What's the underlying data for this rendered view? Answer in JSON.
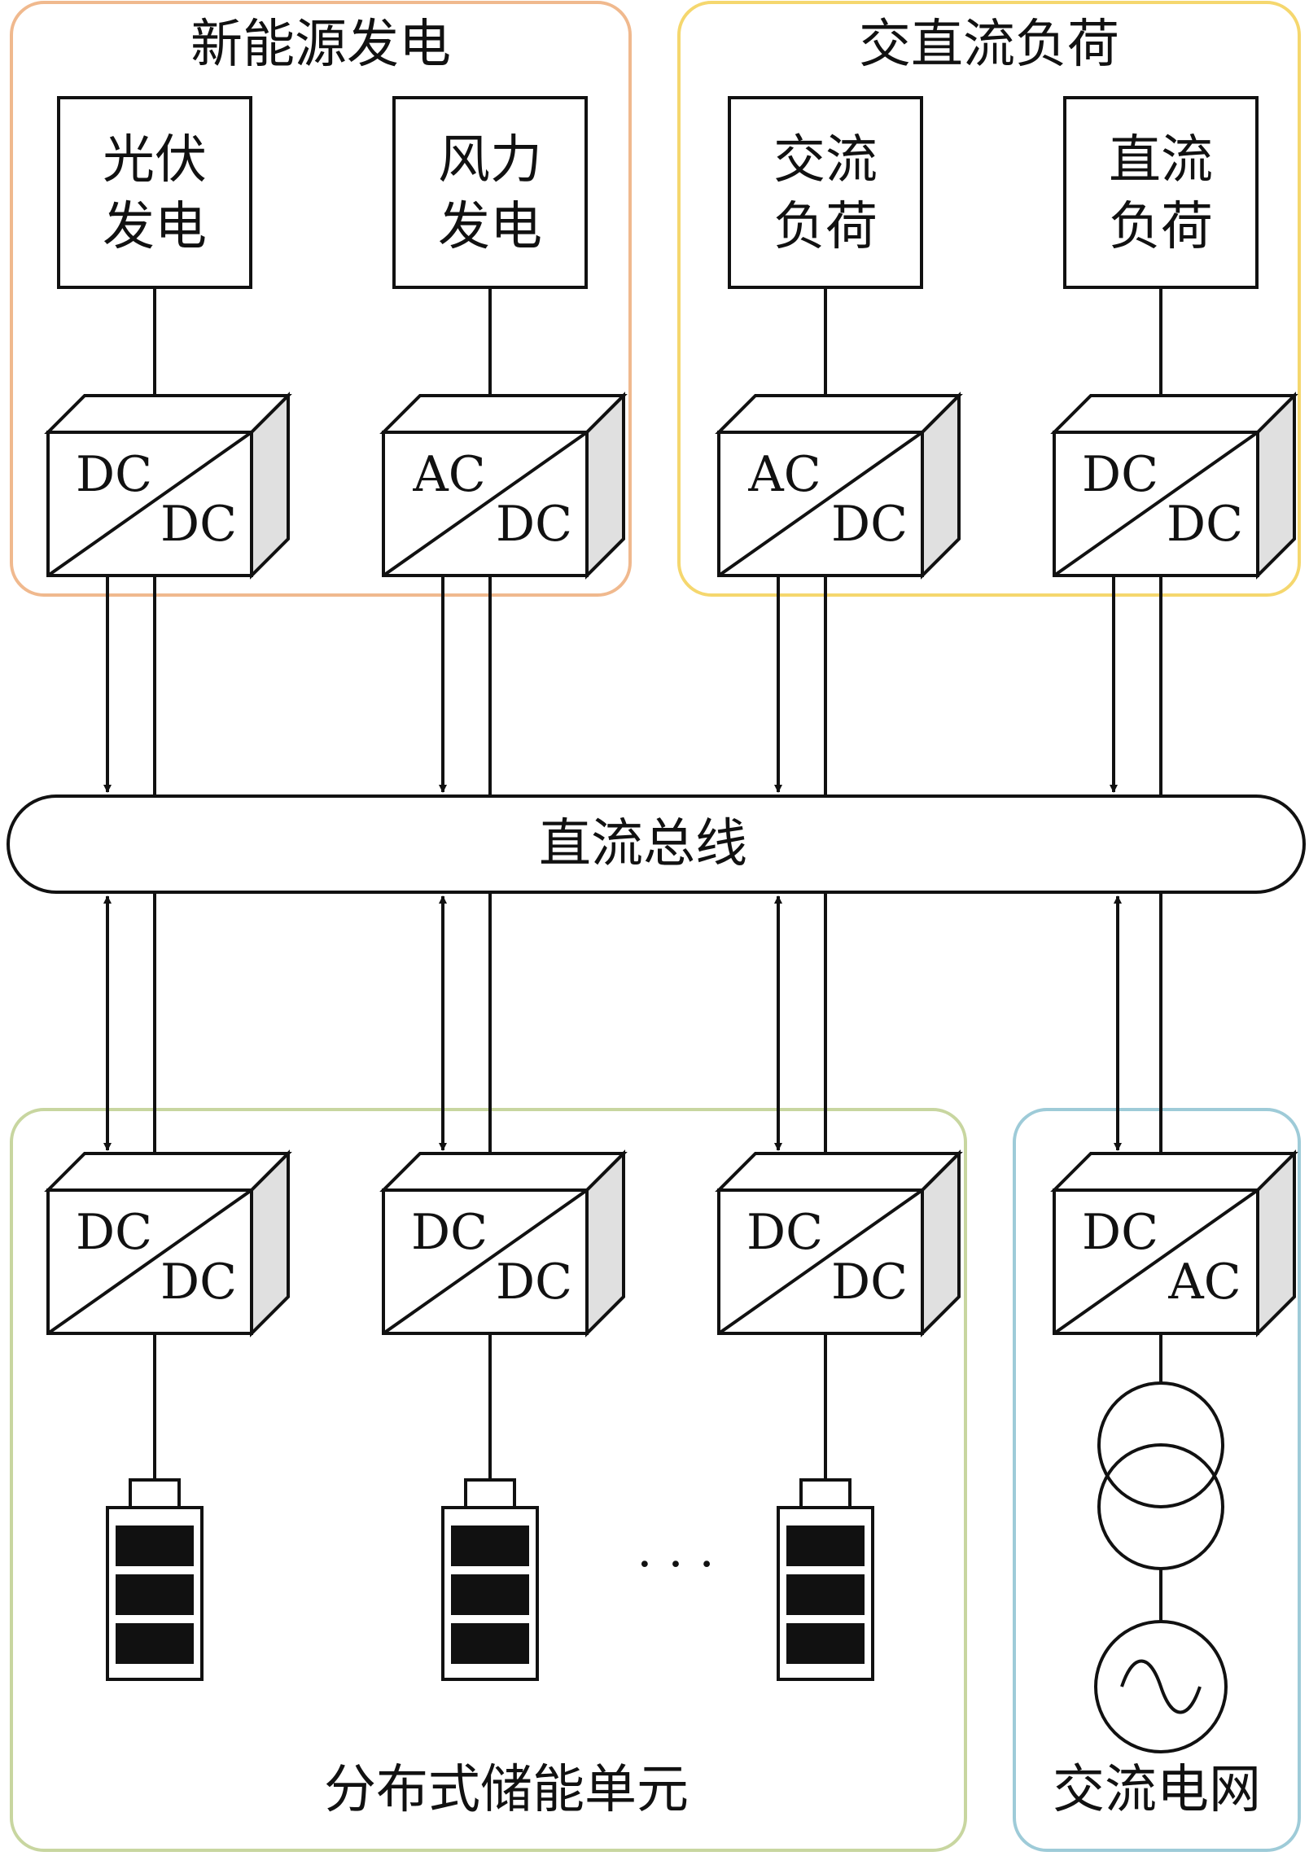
{
  "groups": {
    "renewable": {
      "title": "新能源发电",
      "color": "#f0b98e"
    },
    "loads": {
      "title": "交直流负荷",
      "color": "#f5d76e"
    },
    "storage": {
      "title": "分布式储能单元",
      "color": "#c8d6a0"
    },
    "grid": {
      "title": "交流电网",
      "color": "#9ecbd8"
    }
  },
  "sources": {
    "pv": {
      "line1": "光伏",
      "line2": "发电"
    },
    "wind": {
      "line1": "风力",
      "line2": "发电"
    },
    "ac_load": {
      "line1": "交流",
      "line2": "负荷"
    },
    "dc_load": {
      "line1": "直流",
      "line2": "负荷"
    }
  },
  "converters": {
    "pv": {
      "top": "DC",
      "bottom": "DC"
    },
    "wind": {
      "top": "AC",
      "bottom": "DC"
    },
    "ac_load": {
      "top": "AC",
      "bottom": "DC"
    },
    "dc_load": {
      "top": "DC",
      "bottom": "DC"
    },
    "storage1": {
      "top": "DC",
      "bottom": "DC"
    },
    "storage2": {
      "top": "DC",
      "bottom": "DC"
    },
    "storage3": {
      "top": "DC",
      "bottom": "DC"
    },
    "grid": {
      "top": "DC",
      "bottom": "AC"
    }
  },
  "bus": {
    "label": "直流总线"
  },
  "ellipsis": "· · ·"
}
